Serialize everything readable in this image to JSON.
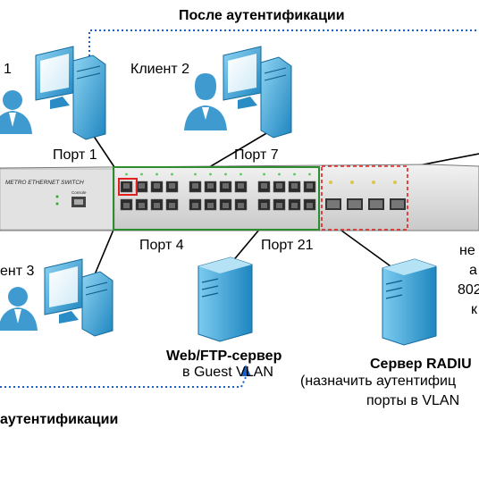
{
  "title_top": "После аутентификации",
  "title_bottom": "аутентификации",
  "clients": {
    "client1": "1",
    "client2": "Клиент 2",
    "client3": "ент 3"
  },
  "ports": {
    "port1": "Порт 1",
    "port7": "Порт 7",
    "port4": "Порт 4",
    "port21": "Порт 21"
  },
  "switch_brand": "METRO ETHERNET SWITCH",
  "switch_console": "Console",
  "web_server": {
    "name": "Web/FTP-сервер",
    "desc": "в Guest VLAN"
  },
  "radius": {
    "name": "Сервер RADIU",
    "line1": "(назначить аутентифиц",
    "line2": "порты в VLAN"
  },
  "right_note": [
    "не",
    "а",
    "802",
    "к"
  ],
  "colors": {
    "line_blue": "#1a5fd0",
    "green_box": "#2e8b2e",
    "red_box": "#e02020",
    "computer": "#33a3d8",
    "person": "#3f9ad0"
  }
}
